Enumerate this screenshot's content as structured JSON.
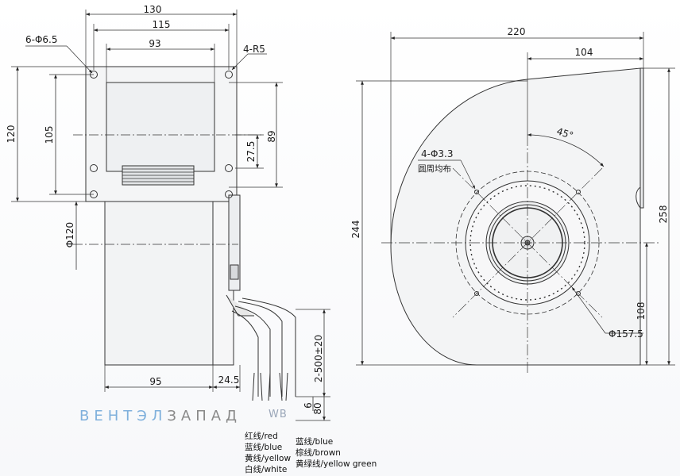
{
  "left_view": {
    "dims_top": [
      "130",
      "115",
      "93"
    ],
    "hole_label": "6-Φ6.5",
    "corner_label": "4-R5",
    "dims_left": [
      "120",
      "105"
    ],
    "dims_right": [
      "89",
      "27.5"
    ],
    "outlet_label": "Φ120",
    "dims_bottom": [
      "95",
      "24.5"
    ],
    "lead_length": "2-500±20",
    "strip_lengths": [
      "6",
      "80"
    ]
  },
  "right_view": {
    "width": "220",
    "offset": "104",
    "angle": "45°",
    "holes_label": "4-Φ3.3",
    "holes_note": "圆周均布",
    "height_left": "244",
    "height_right": "258",
    "bottom_offset": "108",
    "diameter": "Φ157.5"
  },
  "watermark": {
    "part1": "ВЕНТЭЛ",
    "part2": "ЗАПАД",
    "part3": "WB"
  },
  "wires_left": [
    "红线/red",
    "蓝线/blue",
    "黄线/yellow",
    "白线/white"
  ],
  "wires_right": [
    "蓝线/blue",
    "棕线/brown",
    "黄绿线/yellow  green"
  ]
}
